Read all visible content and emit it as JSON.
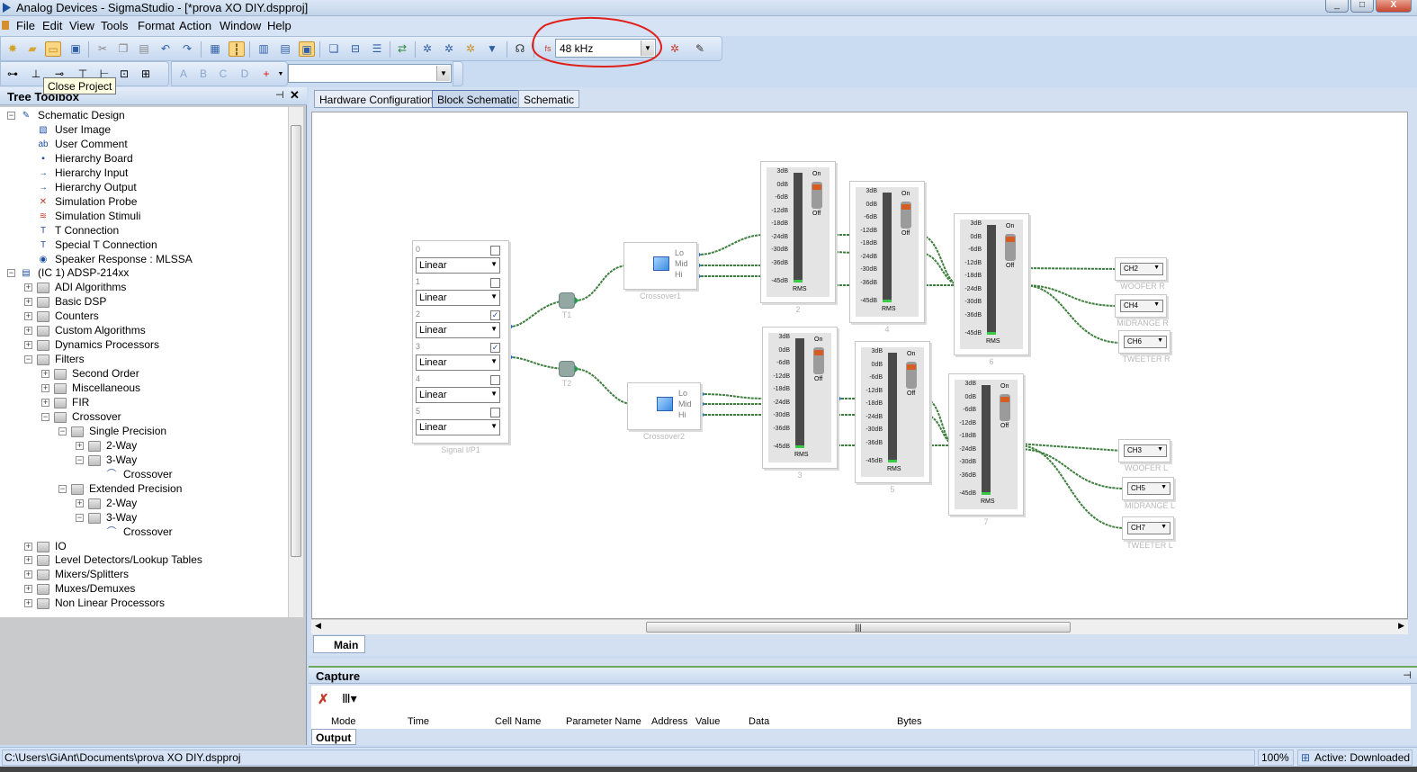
{
  "window": {
    "title": "Analog Devices - SigmaStudio - [*prova XO DIY.dspproj]",
    "controls": [
      "_",
      "□",
      "X"
    ]
  },
  "menu": [
    "File",
    "Edit",
    "View",
    "Tools",
    "Format",
    "Action",
    "Window",
    "Help"
  ],
  "toolbar": {
    "sample_rate": "48 kHz",
    "fs_label": "fs",
    "tooltip": "Close Project"
  },
  "tree_toolbox": {
    "title": "Tree Toolbox",
    "items": [
      {
        "label": "Schematic Design"
      },
      {
        "label": "User Image"
      },
      {
        "label": "User Comment"
      },
      {
        "label": "Hierarchy Board"
      },
      {
        "label": "Hierarchy Input"
      },
      {
        "label": "Hierarchy Output"
      },
      {
        "label": "Simulation Probe"
      },
      {
        "label": "Simulation Stimuli"
      },
      {
        "label": "T Connection"
      },
      {
        "label": "Special T Connection"
      },
      {
        "label": "Speaker Response : MLSSA"
      },
      {
        "label": "(IC 1) ADSP-214xx"
      },
      {
        "label": "ADI Algorithms"
      },
      {
        "label": "Basic DSP"
      },
      {
        "label": "Counters"
      },
      {
        "label": "Custom Algorithms"
      },
      {
        "label": "Dynamics Processors"
      },
      {
        "label": "Filters"
      },
      {
        "label": "Second Order"
      },
      {
        "label": "Miscellaneous"
      },
      {
        "label": "FIR"
      },
      {
        "label": "Crossover"
      },
      {
        "label": "Single Precision"
      },
      {
        "label": "2-Way"
      },
      {
        "label": "3-Way"
      },
      {
        "label": "Crossover"
      },
      {
        "label": "Extended Precision"
      },
      {
        "label": "2-Way"
      },
      {
        "label": "3-Way"
      },
      {
        "label": "Crossover"
      },
      {
        "label": "IO"
      },
      {
        "label": "Level Detectors/Lookup Tables"
      },
      {
        "label": "Mixers/Splitters"
      },
      {
        "label": "Muxes/Demuxes"
      },
      {
        "label": "Non Linear Processors"
      }
    ]
  },
  "tabs": [
    "Hardware Configuration",
    "Block Schematic",
    "Schematic"
  ],
  "sheet_tab": "Main",
  "schematic": {
    "input_block": {
      "caption": "Signal I/P1",
      "channels": [
        {
          "num": "0",
          "mode": "Linear",
          "checked": ""
        },
        {
          "num": "1",
          "mode": "Linear",
          "checked": ""
        },
        {
          "num": "2",
          "mode": "Linear",
          "checked": "✓"
        },
        {
          "num": "3",
          "mode": "Linear",
          "checked": "✓"
        },
        {
          "num": "4",
          "mode": "Linear",
          "checked": ""
        },
        {
          "num": "5",
          "mode": "Linear",
          "checked": ""
        }
      ]
    },
    "tees": [
      "T1",
      "T2"
    ],
    "crossovers": [
      {
        "caption": "Crossover1",
        "ports": [
          "Lo",
          "Mid",
          "Hi"
        ]
      },
      {
        "caption": "Crossover2",
        "ports": [
          "Lo",
          "Mid",
          "Hi"
        ]
      }
    ],
    "gain_ticks": [
      "3dB",
      "0dB",
      "-6dB",
      "-12dB",
      "-18dB",
      "-24dB",
      "-30dB",
      "-36dB",
      "-45dB"
    ],
    "gain_labels": {
      "on": "On",
      "off": "Off",
      "rms": "RMS"
    },
    "gains": [
      "2",
      "4",
      "6",
      "3",
      "5",
      "7"
    ],
    "outputs": [
      {
        "ch": "CH2",
        "label": "WOOFER R"
      },
      {
        "ch": "CH4",
        "label": "MIDRANGE R"
      },
      {
        "ch": "CH6",
        "label": "TWEETER R"
      },
      {
        "ch": "CH3",
        "label": "WOOFER L"
      },
      {
        "ch": "CH5",
        "label": "MIDRANGE L"
      },
      {
        "ch": "CH7",
        "label": "TWEETER L"
      }
    ]
  },
  "capture": {
    "title": "Capture",
    "columns": [
      "Mode",
      "Time",
      "Cell Name",
      "Parameter Name",
      "Address",
      "Value",
      "Data",
      "Bytes"
    ],
    "tab": "Output"
  },
  "status": {
    "path": "C:\\Users\\GiAnt\\Documents\\prova XO DIY.dspproj",
    "zoom": "100%",
    "state": "Active: Downloaded"
  },
  "colors": {
    "accent": "#c9dcf2",
    "annotation": "#e0201b",
    "wire": "#3f7f3f",
    "pin_green": "#1f9e4a",
    "pin_blue": "#1565c0"
  }
}
